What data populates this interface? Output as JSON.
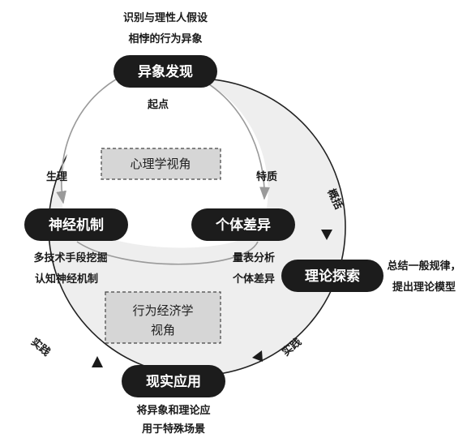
{
  "nodes": {
    "anomaly_discovery": "异象发现",
    "neural_mechanism": "神经机制",
    "individual_difference": "个体差异",
    "theory_exploration": "理论探索",
    "real_application": "现实应用"
  },
  "perspectives": {
    "psychology": "心理学视角",
    "behavioral_economics_line1": "行为经济学",
    "behavioral_economics_line2": "视角"
  },
  "annotations": {
    "top_line1": "识别与理性人假设",
    "top_line2": "相悖的行为异象",
    "start_point": "起点",
    "physiology": "生理",
    "trait": "特质",
    "generalize": "概括",
    "neural_note_line1": "多技术手段挖掘",
    "neural_note_line2": "认知神经机制",
    "individual_note_line1": "量表分析",
    "individual_note_line2": "个体差异",
    "theory_note_line1": "总结一般规律，",
    "theory_note_line2": "提出理论模型",
    "practice_right": "实践",
    "practice_left": "实践",
    "application_note_line1": "将异象和理论应",
    "application_note_line2": "用于特殊场景"
  },
  "colors": {
    "node_fill": "#1c1c1c",
    "outer_circle_fill": "#eeeeee",
    "box_fill": "#d6d6d6",
    "stroke": "#222222",
    "inner_arrow": "#9a9a9a"
  }
}
